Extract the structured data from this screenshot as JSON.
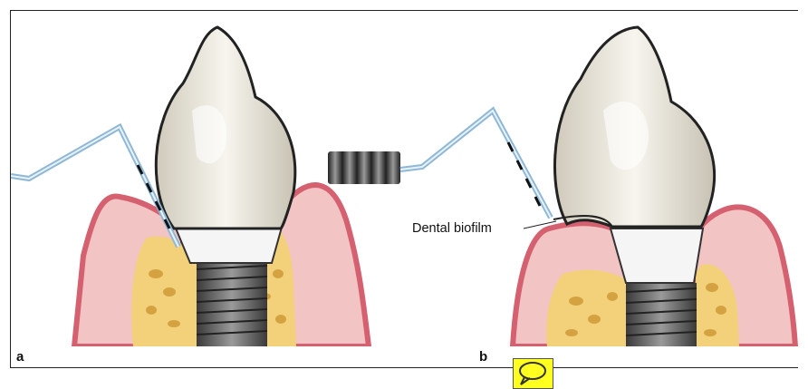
{
  "figure": {
    "panel_a_label": "a",
    "panel_b_label": "b",
    "callout_text": "Dental biofilm"
  },
  "colors": {
    "gum": "#e26b7b",
    "gum_light": "#f2c4c4",
    "bone": "#f2d17a",
    "crown": "#ece8dc",
    "abutment": "#f4f4f4",
    "thread": "#555555",
    "probe": "#9cc7e6",
    "comment_bg": "#ffff20"
  },
  "icons": {
    "comment": "speech-bubble-icon"
  }
}
